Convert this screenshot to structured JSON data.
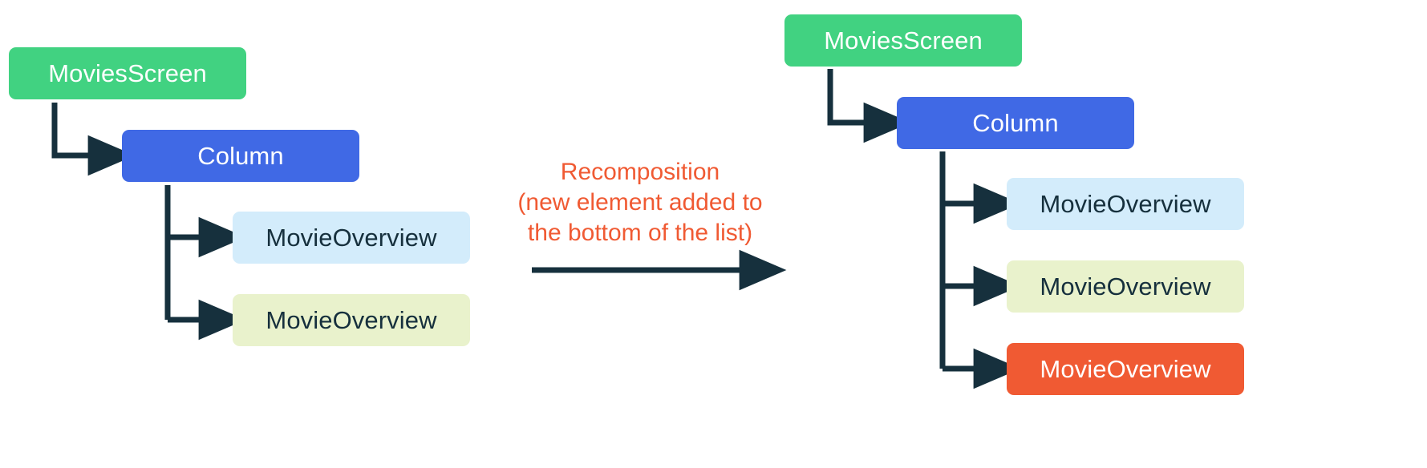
{
  "diagram": {
    "title_visible": false,
    "type": "composition-tree-recomposition",
    "colors": {
      "green": "#41D281",
      "blue": "#4069E5",
      "light_blue": "#D3ECFB",
      "light_yellow": "#E9F2CC",
      "orange": "#F05A33",
      "arrow": "#16303D",
      "background": "#FFFFFF",
      "text_light": "#FFFFFF",
      "text_dark": "#16303D"
    },
    "before_tree": {
      "name": "before-recomposition-tree",
      "root": {
        "label": "MoviesScreen",
        "color": "green"
      },
      "container": {
        "label": "Column",
        "color": "blue"
      },
      "children": [
        {
          "label": "MovieOverview",
          "color": "light_blue"
        },
        {
          "label": "MovieOverview",
          "color": "light_yellow"
        }
      ]
    },
    "transition": {
      "name": "recomposition-transition",
      "lines": [
        "Recomposition",
        "(new element added to",
        "the bottom of the list)"
      ],
      "arrow_direction": "right"
    },
    "after_tree": {
      "name": "after-recomposition-tree",
      "root": {
        "label": "MoviesScreen",
        "color": "green"
      },
      "container": {
        "label": "Column",
        "color": "blue"
      },
      "children": [
        {
          "label": "MovieOverview",
          "color": "light_blue"
        },
        {
          "label": "MovieOverview",
          "color": "light_yellow"
        },
        {
          "label": "MovieOverview",
          "color": "orange"
        }
      ]
    }
  }
}
